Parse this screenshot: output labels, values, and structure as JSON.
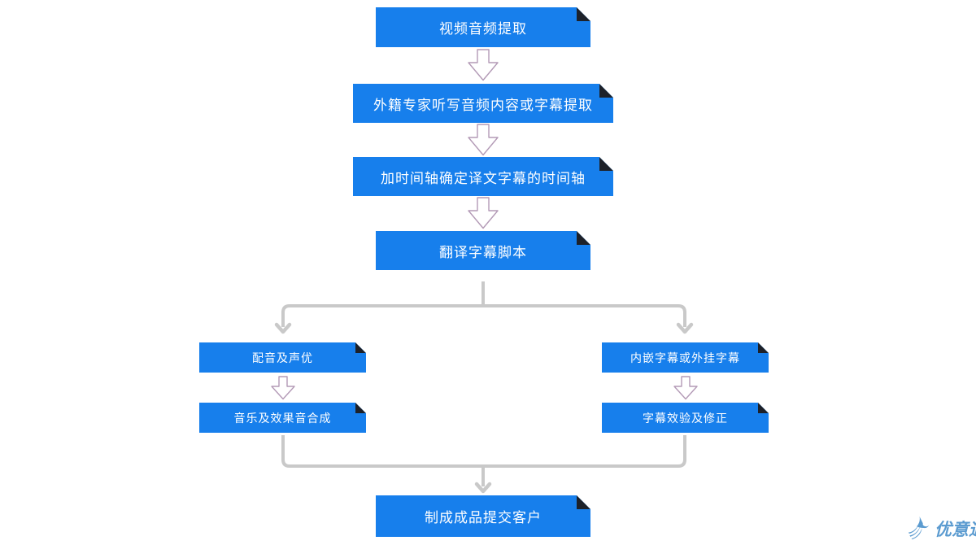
{
  "flowchart": {
    "steps": [
      {
        "id": "video-audio-extraction",
        "label": "视频音频提取"
      },
      {
        "id": "expert-dictation-extraction",
        "label": "外籍专家听写音频内容或字幕提取"
      },
      {
        "id": "timeline-confirmation",
        "label": "加时间轴确定译文字幕的时间轴"
      },
      {
        "id": "translate-subtitle-script",
        "label": "翻译字幕脚本"
      },
      {
        "id": "dubbing-voice-actor",
        "label": "配音及声优"
      },
      {
        "id": "music-sfx-synthesis",
        "label": "音乐及效果音合成"
      },
      {
        "id": "embedded-or-external-subs",
        "label": "内嵌字幕或外挂字幕"
      },
      {
        "id": "subtitle-check-correction",
        "label": "字幕效验及修正"
      },
      {
        "id": "deliver-final-product",
        "label": "制成成品提交客户"
      }
    ]
  },
  "logo": {
    "text": "优意通"
  },
  "colors": {
    "box-blue": "#177fec",
    "fold-dark": "#1d2129",
    "connector-gray": "#c9c9c9",
    "arrow-outline": "#b39ab6",
    "logo-blue": "#5b9bd0"
  }
}
